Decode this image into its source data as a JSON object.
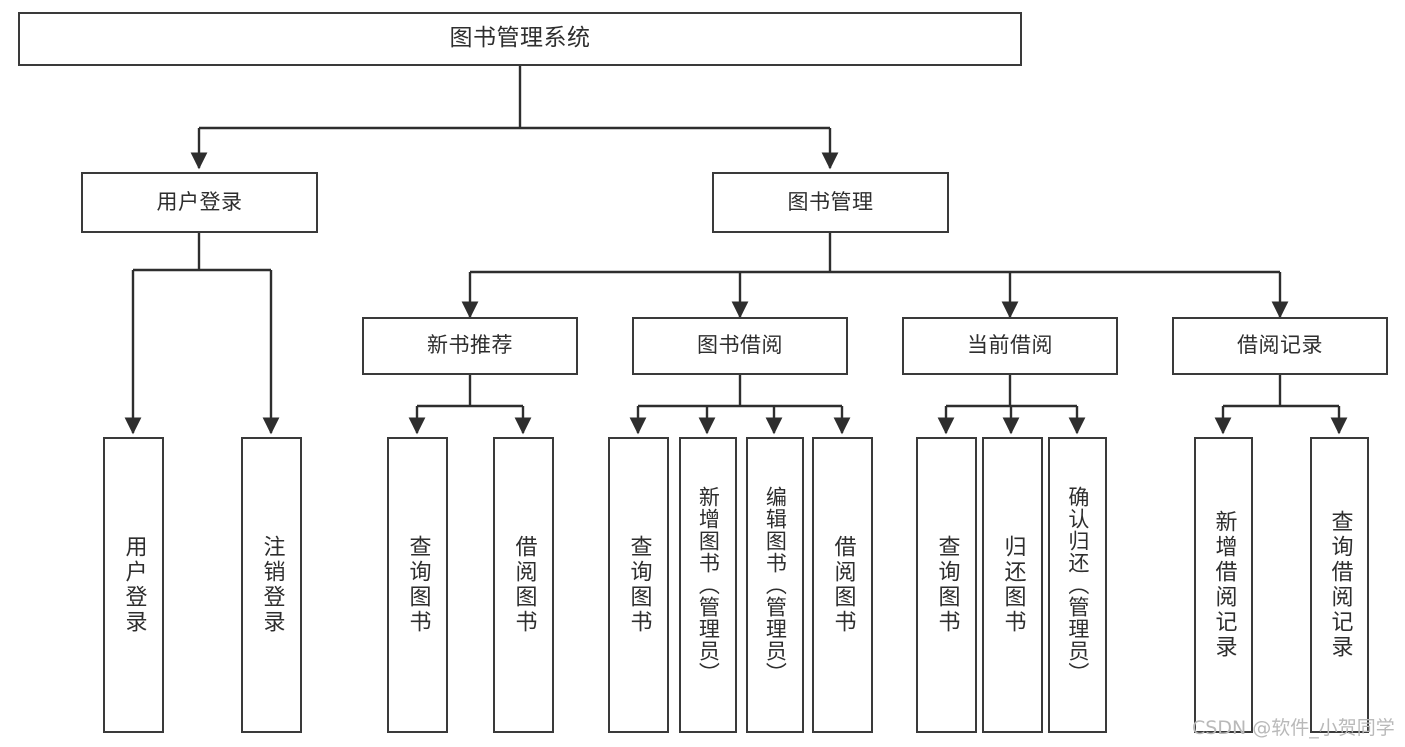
{
  "diagram": {
    "type": "tree",
    "title": "图书管理系统",
    "orientation": "top-down",
    "colors": {
      "background": "#ffffff",
      "box_border": "#3a3a3a",
      "box_fill": "#ffffff",
      "connector": "#2e2e2e",
      "text": "#2e2e2e",
      "watermark": "#b9b9b9"
    }
  },
  "nodes": {
    "root": {
      "label": "图书管理系统"
    },
    "level2": [
      {
        "label": "用户登录"
      },
      {
        "label": "图书管理"
      }
    ],
    "level3": [
      {
        "label": "新书推荐"
      },
      {
        "label": "图书借阅"
      },
      {
        "label": "当前借阅"
      },
      {
        "label": "借阅记录"
      }
    ],
    "leaves": {
      "user_login": [
        {
          "label": "用户登录"
        },
        {
          "label": "注销登录"
        }
      ],
      "new_book_recommend": [
        {
          "label": "查询图书"
        },
        {
          "label": "借阅图书"
        }
      ],
      "book_borrow": [
        {
          "label": "查询图书"
        },
        {
          "label": "新增图书（管理员）"
        },
        {
          "label": "编辑图书（管理员）"
        },
        {
          "label": "借阅图书"
        }
      ],
      "current_borrow": [
        {
          "label": "查询图书"
        },
        {
          "label": "归还图书"
        },
        {
          "label": "确认归还（管理员）"
        }
      ],
      "borrow_record": [
        {
          "label": "新增借阅记录"
        },
        {
          "label": "查询借阅记录"
        }
      ]
    }
  },
  "watermark": {
    "text": "CSDN @软件_小贺同学"
  }
}
